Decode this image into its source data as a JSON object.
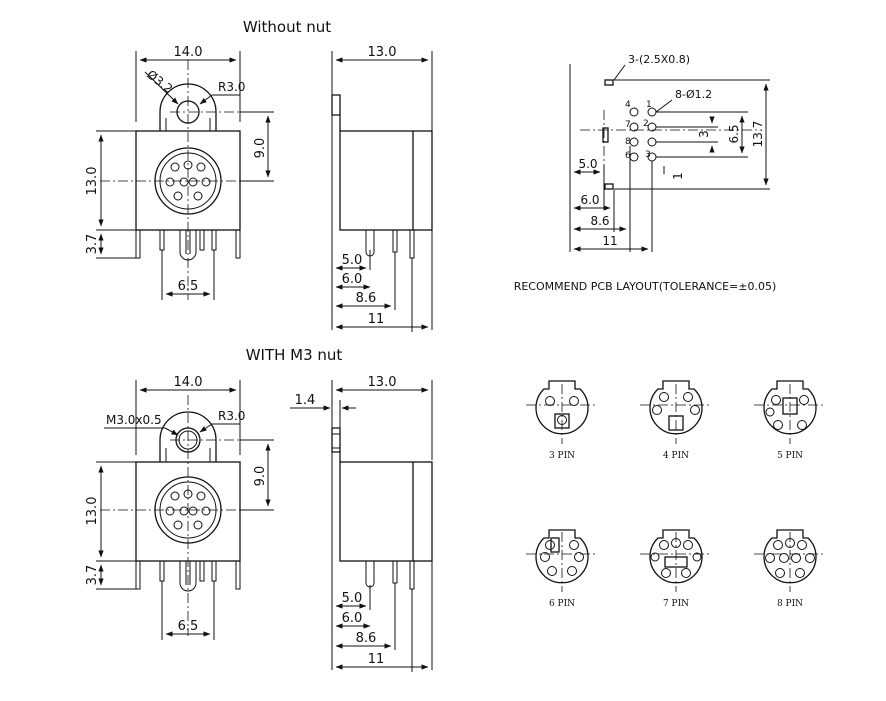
{
  "titles": {
    "without_nut": "Without nut",
    "with_nut": "WITH M3 nut",
    "pcb_layout": "RECOMMEND PCB LAYOUT(TOLERANCE=±0.05)"
  },
  "front_view_top": {
    "width": "14.0",
    "height": "13.0",
    "pin_height": "3.7",
    "hole_dia": "Ø3.2",
    "radius": "R3.0",
    "center_height": "9.0",
    "pin_spacing": "6.5"
  },
  "side_view_top": {
    "depth": "13.0",
    "d1": "5.0",
    "d2": "6.0",
    "d3": "8.6",
    "d4": "11"
  },
  "front_view_bottom": {
    "width": "14.0",
    "height": "13.0",
    "pin_height": "3.7",
    "nut": "M3.0x0.5",
    "radius": "R3.0",
    "center_height": "9.0",
    "pin_spacing": "6.5"
  },
  "side_view_bottom": {
    "depth": "13.0",
    "offset": "1.4",
    "d1": "5.0",
    "d2": "6.0",
    "d3": "8.6",
    "d4": "11"
  },
  "pcb": {
    "slot_note": "3-(2.5X0.8)",
    "hole_note": "8-Ø1.2",
    "pin_numbers": [
      "4",
      "1",
      "7",
      "2",
      "8",
      "6",
      "3"
    ],
    "dim_3": "3",
    "dim_6_5": "6.5",
    "dim_13_7": "13.7",
    "dim_1": "1",
    "dim_5_0": "5.0",
    "dim_6_0": "6.0",
    "dim_8_6": "8.6",
    "dim_11": "11"
  },
  "pin_configs": [
    "3 PIN",
    "4 PIN",
    "5 PIN",
    "6 PIN",
    "7 PIN",
    "8 PIN"
  ]
}
